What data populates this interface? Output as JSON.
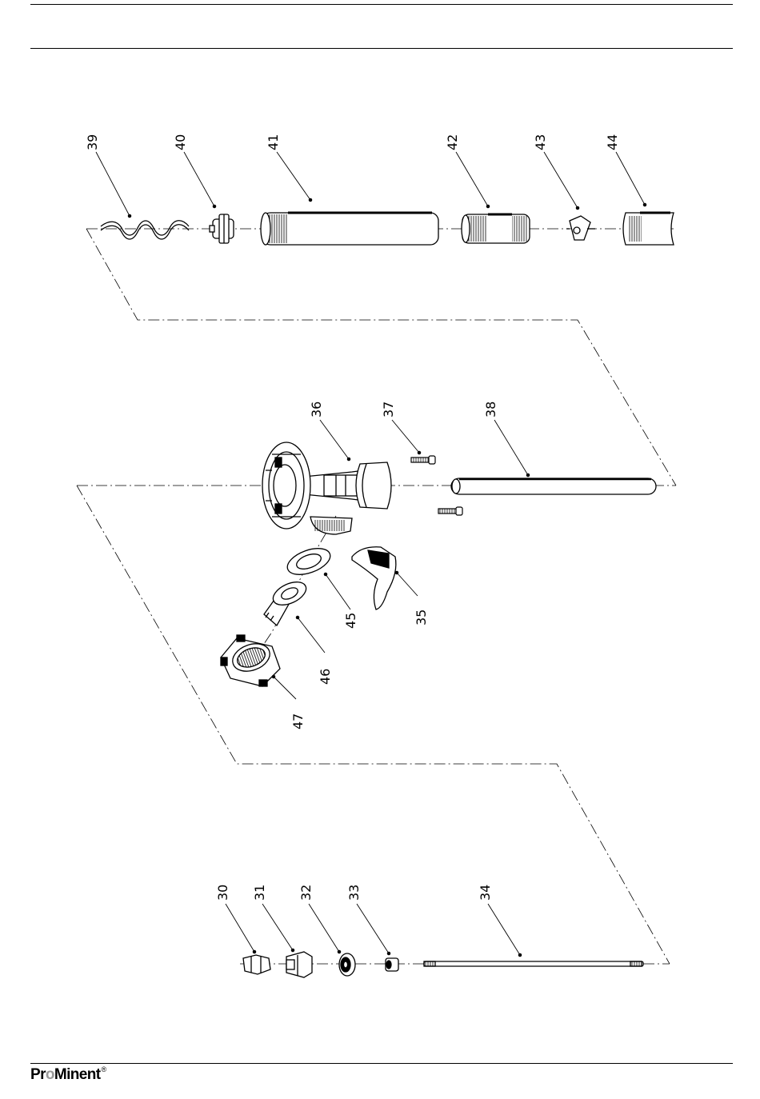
{
  "footer": {
    "brand_pre": "Pr",
    "brand_o": "o",
    "brand_post": "Minent",
    "brand_mark": "®"
  },
  "callouts": [
    "30",
    "31",
    "32",
    "33",
    "34",
    "35",
    "36",
    "37",
    "38",
    "39",
    "40",
    "41",
    "42",
    "43",
    "44",
    "45",
    "46",
    "47"
  ]
}
